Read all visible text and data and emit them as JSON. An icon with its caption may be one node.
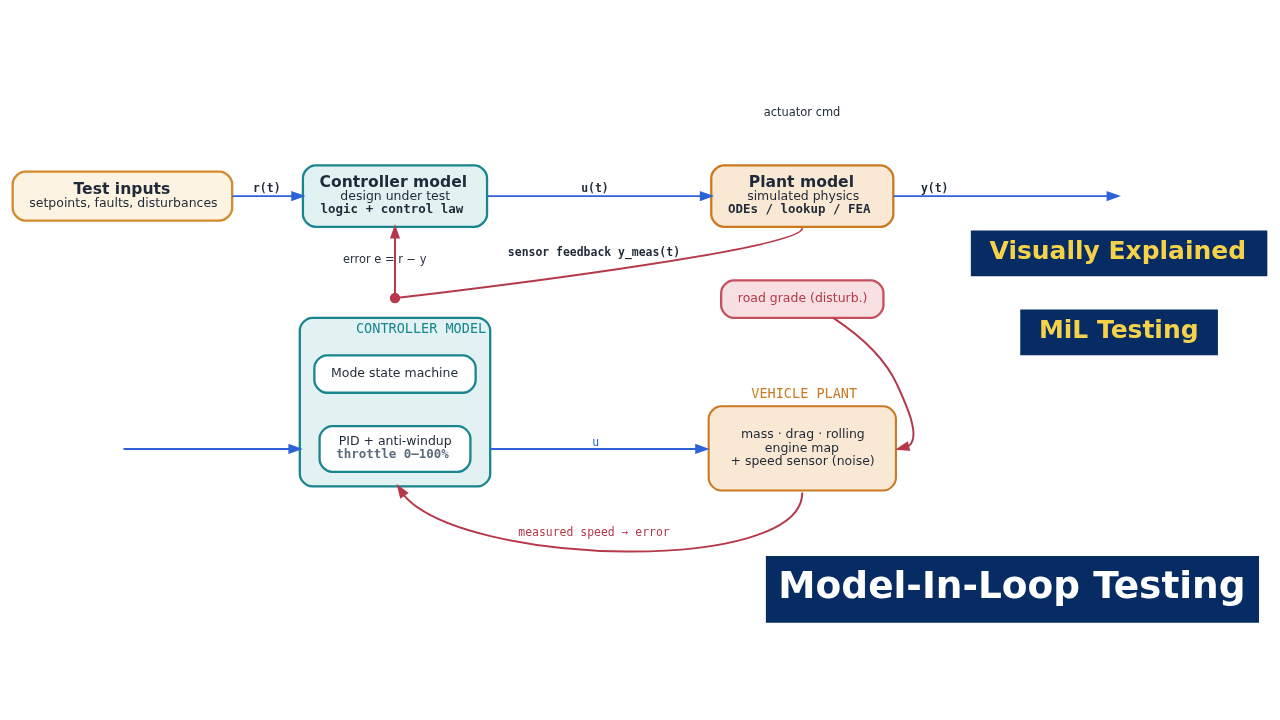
{
  "diagram": {
    "title": "Model-In-Loop Testing",
    "nodes": [
      {
        "text": [
          "Test inputs",
          "setpoints, faults, disturbances"
        ]
      },
      {
        "text": [
          "Controller model",
          "design under test",
          "logic + control law"
        ]
      },
      {
        "text": [
          "Plant model",
          "simulated physics",
          "ODEs / lookup / FEA"
        ]
      },
      {
        "text": [],
        "shape": "circle"
      },
      {
        "text": [
          "road grade (disturb.)"
        ]
      },
      {
        "text": [
          "CONTROLLER MODEL"
        ]
      },
      {
        "text": [
          "Mode state machine"
        ],
        "in": 5
      },
      {
        "text": [
          "PID + anti-windup",
          "throttle 0–100%"
        ],
        "in": 5
      },
      {
        "text": [
          "VEHICLE PLANT",
          "mass · drag · rolling",
          "engine map",
          "+ speed sensor (noise)"
        ]
      }
    ],
    "edges": [
      {
        "from": 0,
        "to": 1,
        "arrow": "to",
        "label": "r(t)"
      },
      {
        "from": 1,
        "to": 2,
        "arrow": "to",
        "label": "u(t)"
      },
      {
        "from": 2,
        "to": null,
        "arrow": "to",
        "label": "y(t)"
      },
      {
        "from": 2,
        "to": 3,
        "arrow": "none",
        "label": "sensor feedback y_meas(t)",
        "color": "#b5394a"
      },
      {
        "from": 3,
        "to": 1,
        "arrow": "to",
        "label": "error e = r − y",
        "color": "#b5394a"
      },
      {
        "from": null,
        "to": 5,
        "arrow": "to"
      },
      {
        "from": 5,
        "to": 8,
        "arrow": "to",
        "label": "u"
      },
      {
        "from": 4,
        "to": 8,
        "arrow": "to",
        "color": "#b5394a"
      },
      {
        "from": 8,
        "to": 5,
        "arrow": "to",
        "label": "measured speed → error",
        "color": "#b5394a"
      }
    ],
    "labels": [
      "actuator cmd",
      "Visually Explained",
      "MiL Testing"
    ]
  }
}
